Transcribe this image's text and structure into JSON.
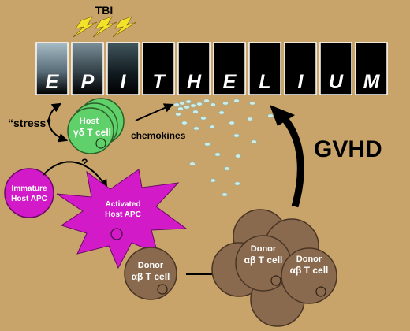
{
  "colors": {
    "background": "#c8a46a",
    "epithelium_block": "#000000",
    "lightning": "#f2e22a",
    "host_gd_cell": "#5fd06a",
    "apc": "#d21ac9",
    "donor_cell": "#8a6a4e",
    "chemokine_dot": "#cdeee8"
  },
  "labels": {
    "tbi": "TBI",
    "epithelium_letters": [
      "E",
      "P",
      "I",
      "T",
      "H",
      "E",
      "L",
      "I",
      "U",
      "M"
    ],
    "stress": "“stress”",
    "host_gd_line1": "Host",
    "host_gd_line2": "γδ T cell",
    "chemokines": "chemokines",
    "question": "?",
    "immature_apc_line1": "Immature",
    "immature_apc_line2": "Host APC",
    "activated_apc_line1": "Activated",
    "activated_apc_line2": "Host APC",
    "donor_line1": "Donor",
    "donor_line2": "αβ T cell",
    "gvhd": "GVHD"
  }
}
